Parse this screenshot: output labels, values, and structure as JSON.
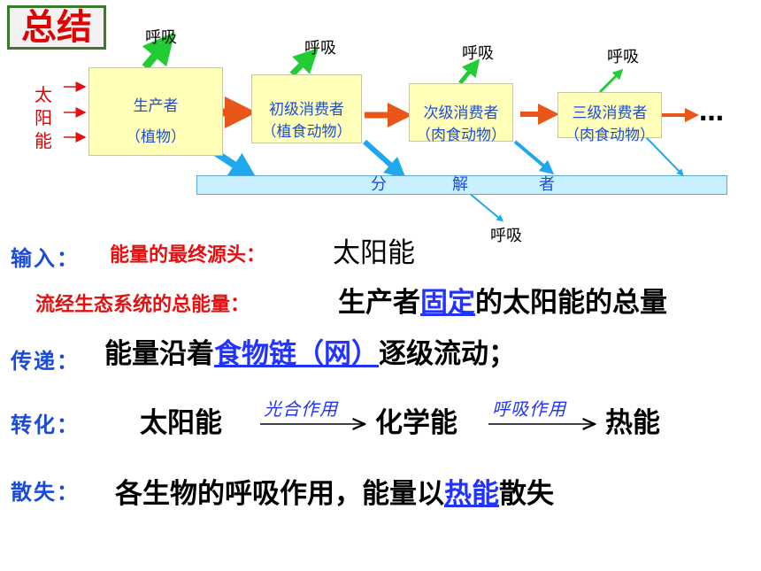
{
  "title": "总结",
  "sun_label": [
    "太",
    "阳",
    "能"
  ],
  "boxes": [
    {
      "line1": "生产者",
      "line2": "（植物）"
    },
    {
      "line1": "初级消费者",
      "line2": "（植食动物）"
    },
    {
      "line1": "次级消费者",
      "line2": "（肉食动物）"
    },
    {
      "line1": "三级消费者",
      "line2": "（肉食动物）"
    }
  ],
  "respiration": "呼吸",
  "ellipsis": "…",
  "decomposer": [
    "分",
    "解",
    "者"
  ],
  "input": {
    "label": "输入：",
    "source_label": "能量的最终源头：",
    "source_value": "太阳能"
  },
  "total": {
    "label": "流经生态系统的总能量：",
    "pre": "生产者",
    "link": "固定",
    "post": "的太阳能的总量"
  },
  "transfer": {
    "label": "传递：",
    "pre": "能量沿着",
    "link": "食物链（网）",
    "post": "逐级流动；"
  },
  "convert": {
    "label": "转化：",
    "a": "太阳能",
    "arrow1": "光合作用",
    "b": "化学能",
    "arrow2": "呼吸作用",
    "c": "热能"
  },
  "loss": {
    "label": "散失：",
    "pre": "各生物的呼吸作用，能量以",
    "link": "热能",
    "post": "散失"
  },
  "colors": {
    "box_fill": "#ffffb8",
    "arrow_orange": "#e8561a",
    "arrow_green": "#22cc33",
    "arrow_blue": "#1fa8ee",
    "label_blue": "#1a4ad8",
    "red": "#e41010"
  }
}
